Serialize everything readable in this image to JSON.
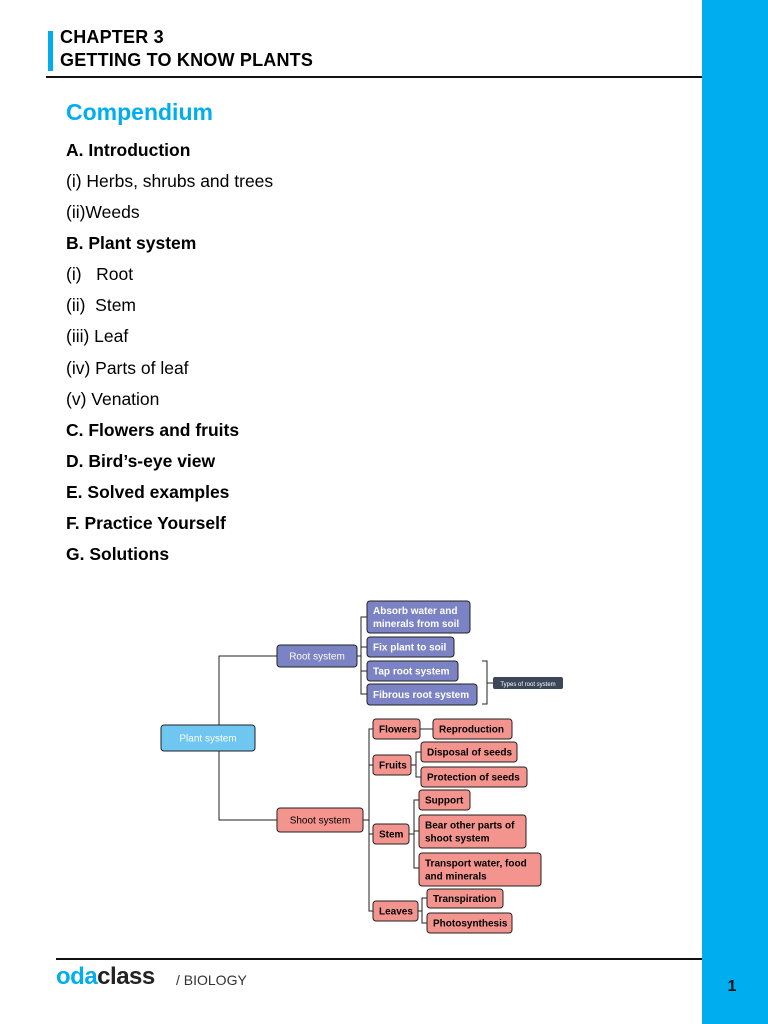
{
  "header": {
    "chapter": "CHAPTER 3",
    "title": "GETTING TO KNOW PLANTS"
  },
  "compendium": {
    "heading": "Compendium",
    "items": [
      {
        "text": "A. Introduction",
        "bold": true
      },
      {
        "text": "(i) Herbs, shrubs and trees",
        "bold": false
      },
      {
        "text": "(ii)Weeds",
        "bold": false
      },
      {
        "text": "B. Plant system",
        "bold": true
      },
      {
        "text": "(i)   Root",
        "bold": false
      },
      {
        "text": "(ii)  Stem",
        "bold": false
      },
      {
        "text": "(iii) Leaf",
        "bold": false
      },
      {
        "text": "(iv) Parts of leaf",
        "bold": false
      },
      {
        "text": "(v) Venation",
        "bold": false
      },
      {
        "text": "C. Flowers and fruits",
        "bold": true
      },
      {
        "text": "D. Bird’s-eye view",
        "bold": true
      },
      {
        "text": "E. Solved examples",
        "bold": true
      },
      {
        "text": "F. Practice Yourself",
        "bold": true
      },
      {
        "text": "G. Solutions",
        "bold": true
      }
    ]
  },
  "diagram": {
    "root": "Plant system",
    "root_system": {
      "label": "Root system",
      "children": [
        [
          "Absorb water and",
          "minerals from soil"
        ],
        [
          "Fix plant to soil"
        ],
        [
          "Tap root system"
        ],
        [
          "Fibrous root system"
        ]
      ],
      "note": "Types of root system"
    },
    "shoot_system": {
      "label": "Shoot system",
      "parts": [
        {
          "label": "Flowers",
          "children": [
            [
              "Reproduction"
            ]
          ]
        },
        {
          "label": "Fruits",
          "children": [
            [
              "Disposal of seeds"
            ],
            [
              "Protection of seeds"
            ]
          ]
        },
        {
          "label": "Stem",
          "children": [
            [
              "Support"
            ],
            [
              "Bear other parts of",
              "shoot system"
            ],
            [
              "Transport water, food",
              "and minerals"
            ]
          ]
        },
        {
          "label": "Leaves",
          "children": [
            [
              "Transpiration"
            ],
            [
              "Photosynthesis"
            ]
          ]
        }
      ]
    },
    "colors": {
      "root_node": "#6ec6f1",
      "root_system": "#7b83c4",
      "shoot_node": "#f4948f",
      "note": "#3b4658"
    }
  },
  "footer": {
    "brand_part1": "oda",
    "brand_part2": "class",
    "subject": "/ BIOLOGY",
    "page_number": "1"
  }
}
